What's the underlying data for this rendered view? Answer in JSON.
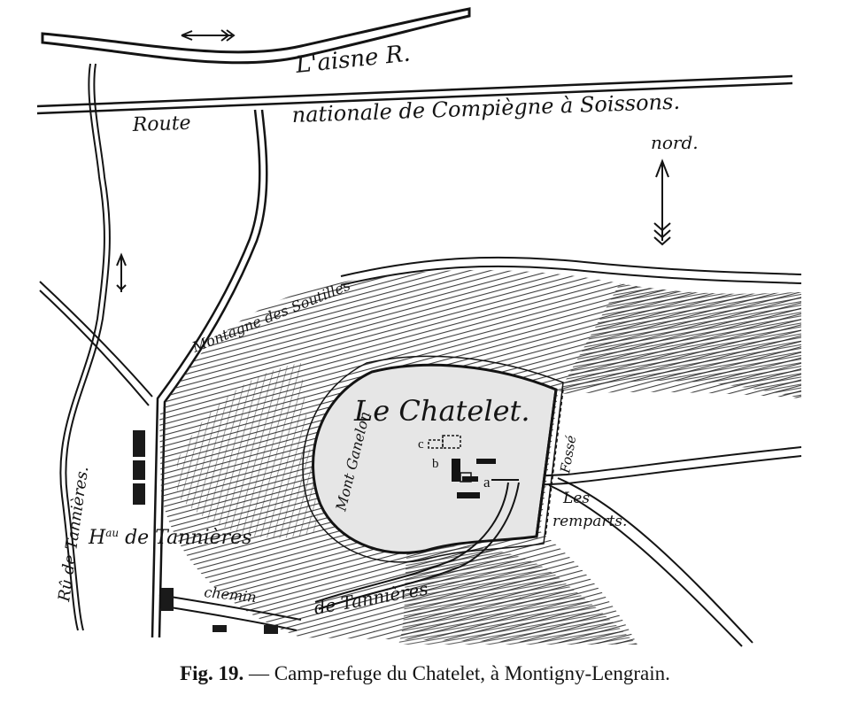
{
  "colors": {
    "ink": "#141414",
    "paper": "#ffffff",
    "hachure": "#2a2a2a",
    "plateau": "#e6e6e6"
  },
  "map": {
    "river_label": "L'aisne R.",
    "road_word_1": "Route",
    "road_word_2": "nationale de Compiègne à Soissons.",
    "north_label": "nord.",
    "hill_label": "Montagne des Soutilles",
    "site_label": "Le Chatelet.",
    "mont_label": "Mont Ganelon",
    "fosse_label": "Fossé",
    "remparts_1": "Les",
    "remparts_2": "remparts.",
    "hamlet_label": "Hau de Tannières",
    "hamlet_abbr_main": "H",
    "hamlet_abbr_sup": "au",
    "hamlet_rest": " de Tannières",
    "stream_label": "Rû de Tannières.",
    "chemin_word_1": "chemin",
    "chemin_word_2": "de Tannières",
    "letter_a": "a",
    "letter_b": "b",
    "letter_c": "c",
    "north_arrow_icon": "north-arrow-icon",
    "river_flow_icon": "flow-arrow-icon"
  },
  "caption": {
    "fig": "Fig. 19.",
    "dash": " — ",
    "text": "Camp-refuge du Chatelet, à Montigny-Lengrain."
  }
}
